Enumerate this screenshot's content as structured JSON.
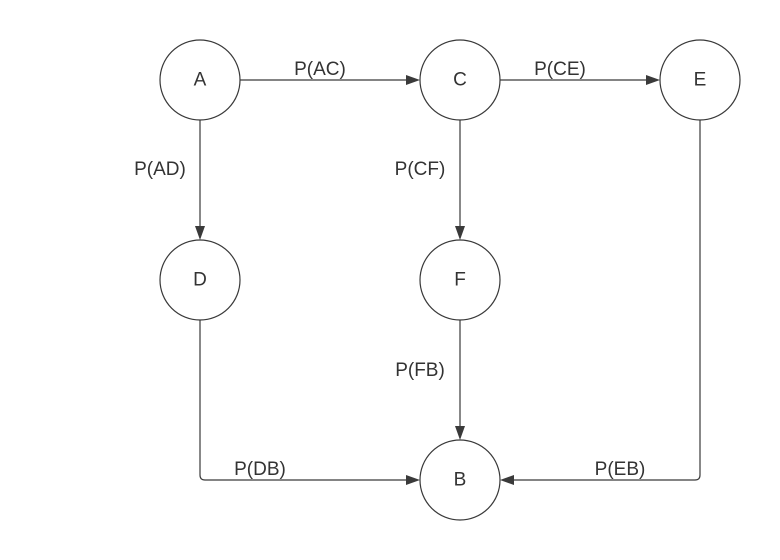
{
  "diagram": {
    "nodes": {
      "A": {
        "label": "A"
      },
      "C": {
        "label": "C"
      },
      "E": {
        "label": "E"
      },
      "D": {
        "label": "D"
      },
      "F": {
        "label": "F"
      },
      "B": {
        "label": "B"
      }
    },
    "edges": {
      "AC": {
        "from": "A",
        "to": "C",
        "label": "P(AC)"
      },
      "CE": {
        "from": "C",
        "to": "E",
        "label": "P(CE)"
      },
      "AD": {
        "from": "A",
        "to": "D",
        "label": "P(AD)"
      },
      "CF": {
        "from": "C",
        "to": "F",
        "label": "P(CF)"
      },
      "FB": {
        "from": "F",
        "to": "B",
        "label": "P(FB)"
      },
      "DB": {
        "from": "D",
        "to": "B",
        "label": "P(DB)"
      },
      "EB": {
        "from": "E",
        "to": "B",
        "label": "P(EB)"
      }
    },
    "colors": {
      "stroke": "#3a3a3a",
      "text": "#333333",
      "background": "#ffffff"
    }
  }
}
